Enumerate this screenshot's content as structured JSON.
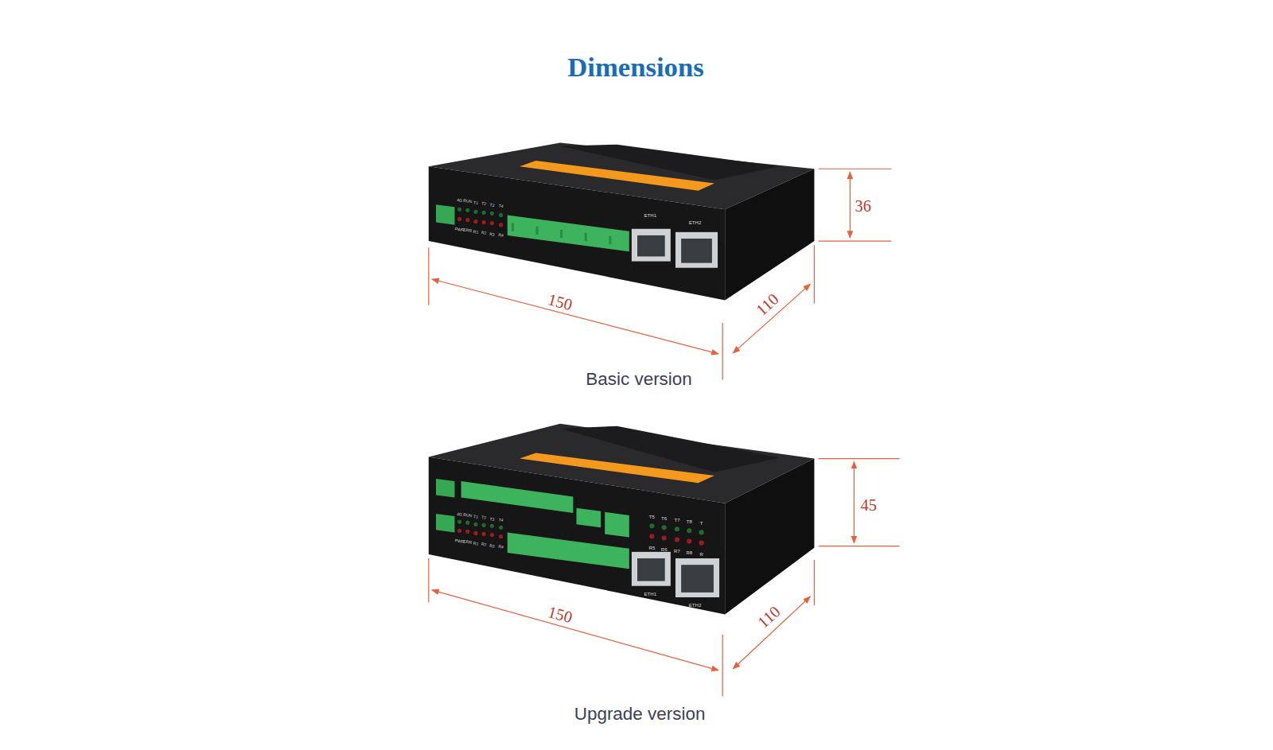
{
  "diagram": {
    "title": "Dimensions",
    "labels": [
      "36",
      "150",
      "110",
      "Basic version",
      "45",
      "150",
      "110",
      "Upgrade version",
      "ETH1",
      "ETH2",
      "ETH1",
      "ETH2",
      "4G",
      "RUN",
      "T1",
      "T2",
      "T3",
      "T4",
      "PWR",
      "ERR",
      "R1",
      "R2",
      "R3",
      "R4",
      "4G",
      "RUN",
      "T1",
      "T2",
      "T3",
      "T4",
      "PWR",
      "ERR",
      "R1",
      "R2",
      "R3",
      "R4",
      "T5",
      "T6",
      "T7",
      "T8",
      "T",
      "R5",
      "R6",
      "R7",
      "R8",
      "R"
    ]
  }
}
